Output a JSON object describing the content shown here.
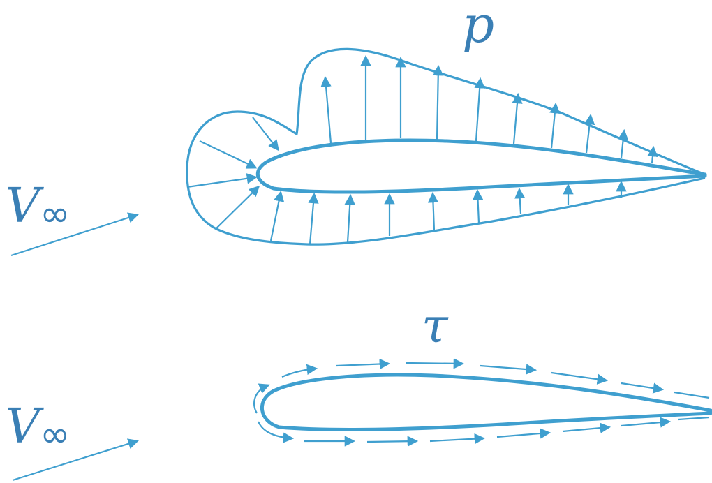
{
  "pressure_label": "p",
  "shear_label": "τ",
  "freestream_top": {
    "symbol": "V",
    "subscript": "∞"
  },
  "freestream_bottom": {
    "symbol": "V",
    "subscript": "∞"
  },
  "colors": {
    "accent": "#3f9fcf",
    "label": "#3a7fb5"
  }
}
